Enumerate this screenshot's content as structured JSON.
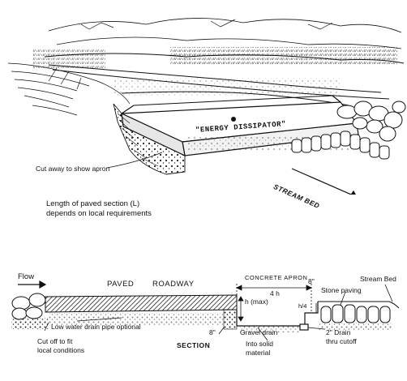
{
  "top_view": {
    "dissipator_label": "\"ENERGY DISSIPATOR\"",
    "cutaway_label": "Cut away to show apron",
    "stream_bed_label": "STREAM BED",
    "length_note_line1": "Length of paved section (L)",
    "length_note_line2": "depends on local requirements"
  },
  "section_view": {
    "flow_label": "Flow",
    "paved_label": "PAVED",
    "roadway_label": "ROADWAY",
    "concrete_apron_label": "CONCRETE APRON",
    "dim_4h": "4 h",
    "dim_8in_top": "8\"",
    "dim_h_max": "h (max)",
    "dim_h4": "h/4",
    "dim_8in_bottom": "8\"",
    "stream_bed_label": "Stream Bed",
    "stone_paving_label": "Stone paving",
    "low_water_drain_label": "Low water drain pipe optional",
    "cut_off_line1": "Cut off to fit",
    "cut_off_line2": "local conditions",
    "section_label": "SECTION",
    "gravel_drain_label": "Gravel drain",
    "into_solid_line1": "Into solid",
    "into_solid_line2": "material",
    "drain_2in_line1": "2\" Drain",
    "drain_2in_line2": "thru cutoff"
  },
  "colors": {
    "ink": "#111111",
    "paper": "#ffffff",
    "hatch": "#222222"
  }
}
